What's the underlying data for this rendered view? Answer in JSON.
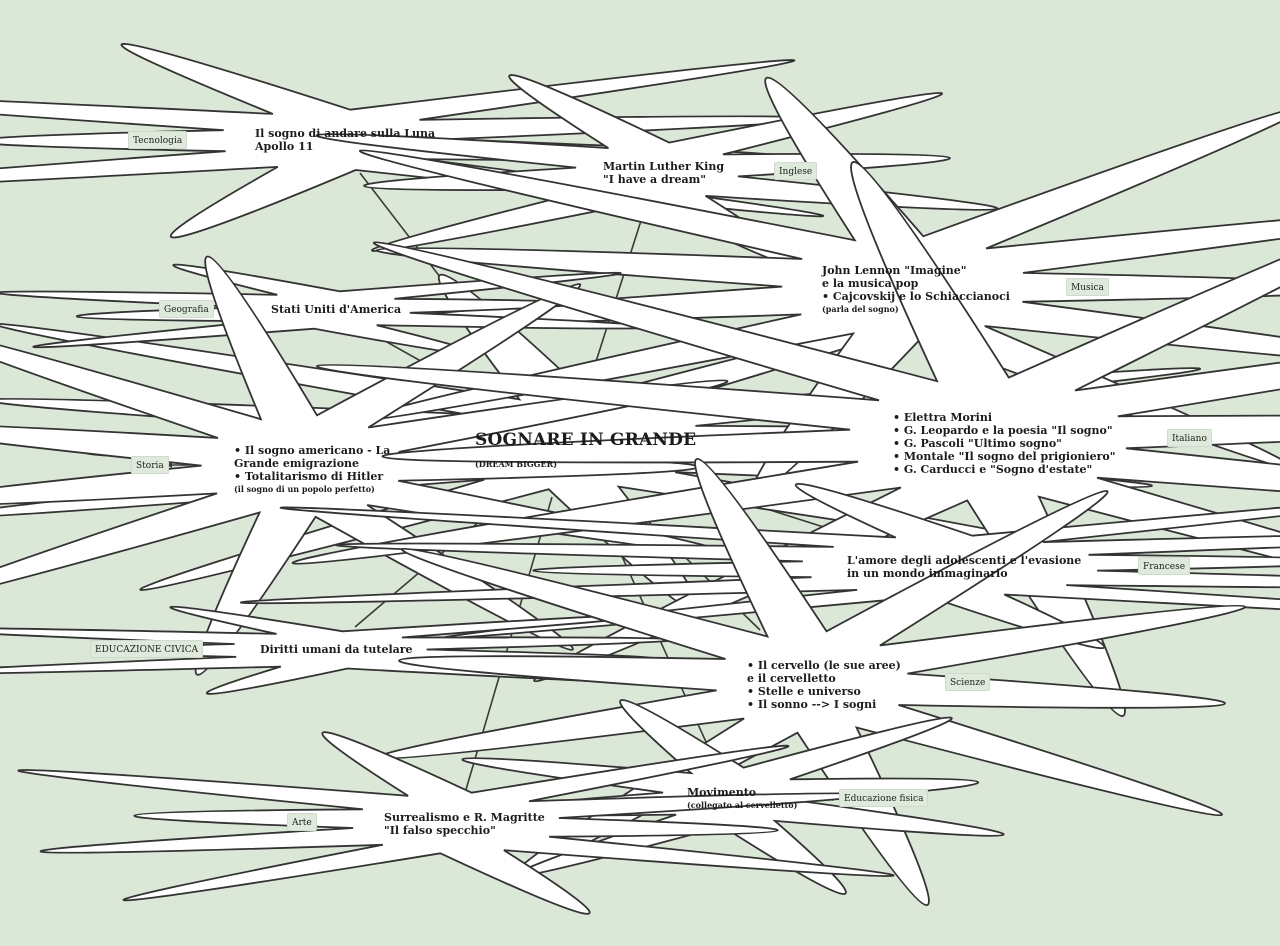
{
  "center": {
    "title": "SOGNARE IN GRANDE",
    "subtitle": "(DREAM BIGGER)"
  },
  "topics": {
    "tecnologia": {
      "subject": "Tecnologia",
      "lines": [
        "Il sogno di andare sulla Luna",
        "Apollo 11"
      ]
    },
    "inglese": {
      "subject": "Inglese",
      "lines": [
        "Martin Luther King",
        "\"I have a dream\""
      ]
    },
    "musica": {
      "subject": "Musica",
      "lines": [
        "John Lennon \"Imagine\"",
        "e la musica pop",
        "• Cajcovskij e lo Schiaccianoci"
      ],
      "note": "(parla del sogno)"
    },
    "geografia": {
      "subject": "Geografia",
      "lines": [
        "Stati Uniti d'America"
      ]
    },
    "storia": {
      "subject": "Storia",
      "lines": [
        "• Il sogno americano - La",
        "Grande emigrazione",
        "• Totalitarismo di Hitler"
      ],
      "note": "(il sogno di un popolo perfetto)"
    },
    "italiano": {
      "subject": "Italiano",
      "lines": [
        "• Elettra Morini",
        "• G. Leopardo e la poesia \"Il sogno\"",
        "• G. Pascoli \"Ultimo sogno\"",
        "• Montale \"Il sogno del prigioniero\"",
        "• G. Carducci e \"Sogno d'estate\""
      ]
    },
    "francese": {
      "subject": "Francese",
      "lines": [
        "L'amore degli adolescenti e l'evasione",
        "in un mondo immaginario"
      ]
    },
    "educazione_civica": {
      "subject": "EDUCAZIONE CIVICA",
      "lines": [
        "Diritti umani da tutelare"
      ]
    },
    "scienze": {
      "subject": "Scienze",
      "lines": [
        "• Il cervello (le sue aree)",
        "e il cervelletto",
        "• Stelle e universo",
        "• Il sonno --> I sogni"
      ]
    },
    "educazione_fisica": {
      "subject": "Educazione fisica",
      "lines": [
        "Movimento"
      ],
      "note": "(collegato al cervelletto)"
    },
    "arte": {
      "subject": "Arte",
      "lines": [
        "Surrealismo e R. Magritte",
        "\"Il falso specchio\""
      ]
    }
  },
  "colors": {
    "background": "#dbe8d8",
    "cloud_fill": "#ffffff",
    "stroke": "#333333",
    "text": "#1c1c1c"
  }
}
